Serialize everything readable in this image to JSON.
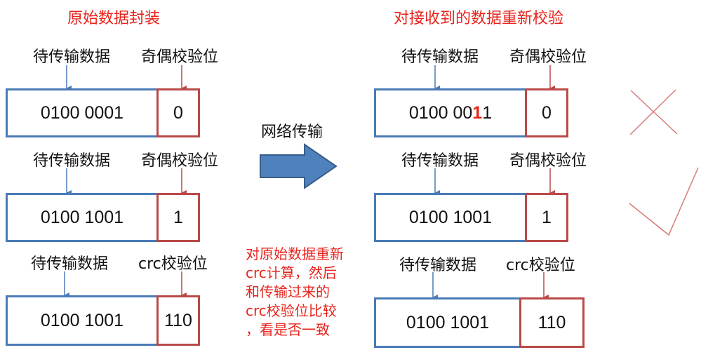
{
  "left": {
    "title": "原始数据封装",
    "rows": [
      {
        "data_label": "待传输数据",
        "check_label": "奇偶校验位",
        "data": "0100 0001",
        "check": "0"
      },
      {
        "data_label": "待传输数据",
        "check_label": "奇偶校验位",
        "data": "0100 1001",
        "check": "1"
      },
      {
        "data_label": "待传输数据",
        "check_label": "crc校验位",
        "data": "0100 1001",
        "check": "110"
      }
    ]
  },
  "middle": {
    "transfer_label": "网络传输",
    "note": "对原始数据重新\ncrc计算，然后\n和传输过来的\ncrc校验位比较\n，看是否一致"
  },
  "right": {
    "title": "对接收到的数据重新校验",
    "rows": [
      {
        "data_label": "待传输数据",
        "check_label": "奇偶校验位",
        "data_prefix": "0100 00",
        "data_flipped": "1",
        "data_suffix": "1",
        "check": "0"
      },
      {
        "data_label": "待传输数据",
        "check_label": "奇偶校验位",
        "data": "0100 1001",
        "check": "1"
      },
      {
        "data_label": "待传输数据",
        "check_label": "crc校验位",
        "data": "0100 1001",
        "check": "110"
      }
    ]
  },
  "results": [
    "cross-mark-icon",
    "check-mark-icon"
  ],
  "colors": {
    "accent_red": "#e8231c",
    "data_border": "#4a7bb7",
    "check_border": "#b94a48",
    "arrow_fill": "#4f81bd"
  }
}
